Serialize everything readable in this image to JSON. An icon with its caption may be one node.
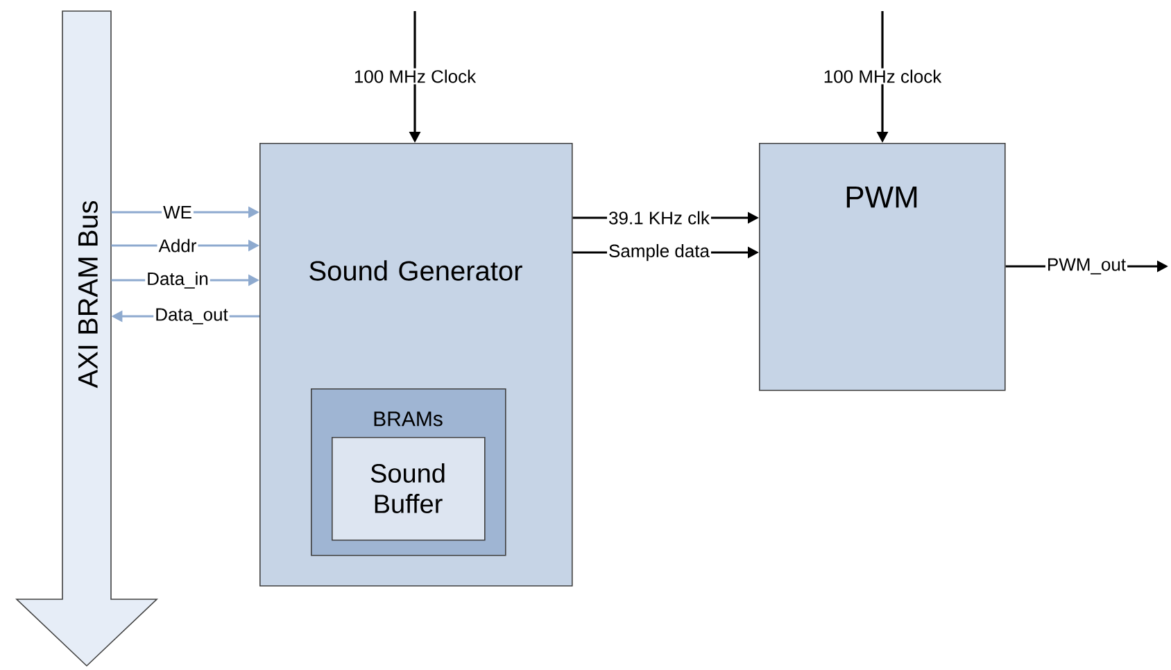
{
  "diagram": {
    "nodes": [
      {
        "text": [
          "AXI BRAM Bus"
        ]
      },
      {
        "text": [
          "Sound Generator"
        ]
      },
      {
        "text": [
          "BRAMs"
        ],
        "in": 1
      },
      {
        "text": [
          "Sound Buffer"
        ],
        "in": 2
      },
      {
        "text": [
          "PWM"
        ]
      }
    ],
    "edges": [
      {
        "from": 0,
        "to": 1,
        "arrow": "to",
        "label": "WE",
        "color": "#8eaacf"
      },
      {
        "from": 0,
        "to": 1,
        "arrow": "to",
        "label": "Addr",
        "color": "#8eaacf"
      },
      {
        "from": 0,
        "to": 1,
        "arrow": "to",
        "label": "Data_in",
        "color": "#8eaacf"
      },
      {
        "from": 1,
        "to": 0,
        "arrow": "to",
        "label": "Data_out",
        "color": "#8eaacf"
      },
      {
        "from": null,
        "to": 1,
        "arrow": "to",
        "label": "100 MHz Clock"
      },
      {
        "from": 1,
        "to": 4,
        "arrow": "to",
        "label": "39.1 KHz clk"
      },
      {
        "from": 1,
        "to": 4,
        "arrow": "to",
        "label": "Sample data"
      },
      {
        "from": null,
        "to": 4,
        "arrow": "to",
        "label": "100 MHz clock"
      },
      {
        "from": 4,
        "to": null,
        "arrow": "to",
        "label": "PWM_out"
      }
    ]
  }
}
